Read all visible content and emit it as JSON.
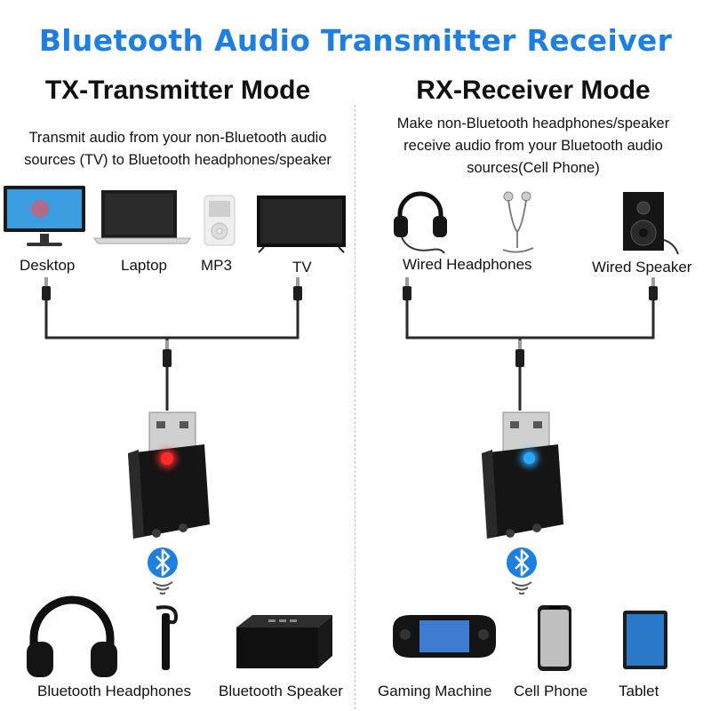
{
  "title": "Bluetooth Audio Transmitter Receiver",
  "tx": {
    "heading": "TX-Transmitter Mode",
    "description_lines": [
      "Transmit audio from your non-Bluetooth audio",
      "sources (TV) to Bluetooth headphones/speaker"
    ],
    "sources": [
      "Desktop",
      "Laptop",
      "MP3",
      "TV"
    ],
    "led_color": "#ff2a2a",
    "outputs": [
      "Bluetooth Headphones",
      "Bluetooth Speaker"
    ]
  },
  "rx": {
    "heading": "RX-Receiver Mode",
    "description_lines": [
      "Make non-Bluetooth headphones/speaker",
      "receive audio from your Bluetooth audio",
      "sources(Cell Phone)"
    ],
    "outputs": [
      "Wired Headphones",
      "Wired Speaker"
    ],
    "led_color": "#2aa8ff",
    "sources": [
      "Gaming Machine",
      "Cell Phone",
      "Tablet"
    ]
  },
  "colors": {
    "title": "#1e7fe0",
    "bluetooth_badge": "#1e7fe0"
  },
  "icons": [
    "monitor-icon",
    "laptop-icon",
    "mp3-player-icon",
    "tv-icon",
    "wired-headphones-icon",
    "earphones-icon",
    "speaker-icon",
    "usb-adapter-icon",
    "bluetooth-icon",
    "signal-waves-icon",
    "headphones-icon",
    "bluetooth-headset-icon",
    "bluetooth-speaker-icon",
    "handheld-console-icon",
    "cell-phone-icon",
    "tablet-icon"
  ]
}
